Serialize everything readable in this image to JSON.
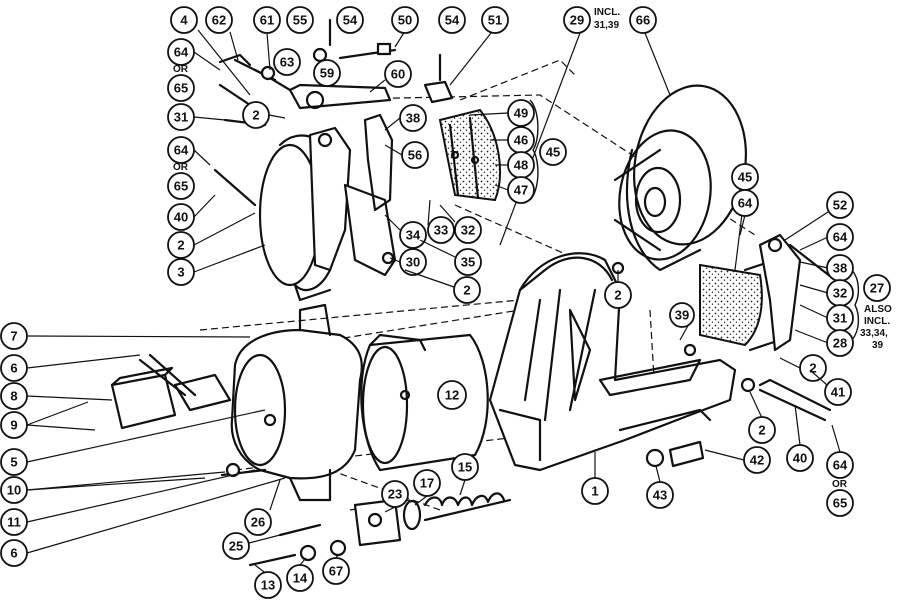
{
  "callouts": [
    "1",
    "2",
    "3",
    "4",
    "5",
    "6",
    "7",
    "8",
    "9",
    "10",
    "11",
    "12",
    "13",
    "14",
    "15",
    "17",
    "23",
    "25",
    "26",
    "27",
    "28",
    "29",
    "30",
    "31",
    "32",
    "33",
    "34",
    "35",
    "38",
    "39",
    "40",
    "41",
    "42",
    "43",
    "45",
    "46",
    "47",
    "48",
    "49",
    "50",
    "51",
    "52",
    "54",
    "55",
    "56",
    "59",
    "60",
    "61",
    "62",
    "63",
    "64",
    "65",
    "66",
    "67"
  ],
  "labels": {
    "c4": "4",
    "c62": "62",
    "c61": "61",
    "c55": "55",
    "c54a": "54",
    "c50": "50",
    "c54b": "54",
    "c51": "51",
    "c29": "29",
    "c66": "66",
    "c64a": "64",
    "c65a": "65",
    "c63": "63",
    "c59": "59",
    "c60": "60",
    "c2a": "2",
    "c38a": "38",
    "c49": "49",
    "c31a": "31",
    "c46": "46",
    "c56": "56",
    "c48": "48",
    "c45a": "45",
    "c47": "47",
    "c64b": "64",
    "c65b": "65",
    "c40a": "40",
    "c2b": "2",
    "c33": "33",
    "c32a": "32",
    "c34": "34",
    "c35": "35",
    "c30": "30",
    "c3": "3",
    "c2c": "2",
    "c2d": "2",
    "c45b": "45",
    "c64c": "64",
    "c52": "52",
    "c64d": "64",
    "c38b": "38",
    "c32b": "32",
    "c31b": "31",
    "c28": "28",
    "c2e": "2",
    "c27": "27",
    "c39": "39",
    "c41": "41",
    "c7": "7",
    "c6a": "6",
    "c8": "8",
    "c9": "9",
    "c5": "5",
    "c10": "10",
    "c11": "11",
    "c6b": "6",
    "c12": "12",
    "c2f": "2",
    "c40b": "40",
    "c64e": "64",
    "c65c": "65",
    "c42": "42",
    "c43": "43",
    "c1": "1",
    "c26": "26",
    "c15": "15",
    "c17": "17",
    "c23": "23",
    "c25": "25",
    "c13": "13",
    "c14": "14",
    "c67": "67"
  },
  "notes": {
    "or1": "OR",
    "or2": "OR",
    "or3": "OR",
    "incl_29_a": "INCL.",
    "incl_29_b": "31,39",
    "incl_27_a": "ALSO",
    "incl_27_b": "INCL.",
    "incl_27_c": "33,34,",
    "incl_27_d": "39"
  }
}
